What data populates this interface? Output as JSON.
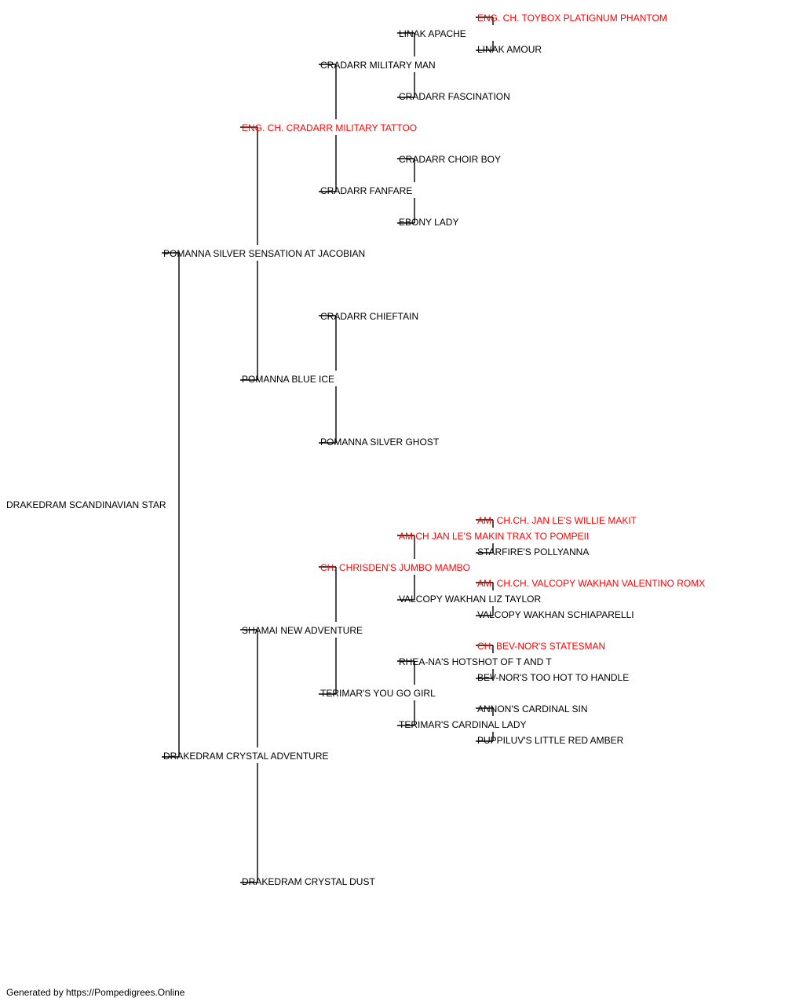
{
  "colors": {
    "champion": "#ff0000",
    "normal": "#000000",
    "lines": "#000000"
  },
  "footer": "Generated by https://Pompedigrees.Online",
  "pedigree": {
    "name": "DRAKEDRAM SCANDINAVIAN STAR",
    "champion": false,
    "sire": {
      "name": "POMANNA SILVER SENSATION AT JACOBIAN",
      "champion": false,
      "sire": {
        "name": "ENG. CH. CRADARR MILITARY TATTOO",
        "champion": true,
        "sire": {
          "name": "CRADARR MILITARY MAN",
          "champion": false,
          "sire": {
            "name": "LINAK APACHE",
            "champion": false,
            "sire": {
              "name": "ENG. CH. TOYBOX PLATIGNUM PHANTOM",
              "champion": true
            },
            "dam": {
              "name": "LINAK AMOUR",
              "champion": false
            }
          },
          "dam": {
            "name": "CRADARR FASCINATION",
            "champion": false
          }
        },
        "dam": {
          "name": "CRADARR FANFARE",
          "champion": false,
          "sire": {
            "name": "CRADARR CHOIR BOY",
            "champion": false
          },
          "dam": {
            "name": "EBONY LADY",
            "champion": false
          }
        }
      },
      "dam": {
        "name": "POMANNA BLUE ICE",
        "champion": false,
        "sire": {
          "name": "CRADARR CHIEFTAIN",
          "champion": false
        },
        "dam": {
          "name": "POMANNA SILVER GHOST",
          "champion": false
        }
      }
    },
    "dam": {
      "name": "DRAKEDRAM CRYSTAL ADVENTURE",
      "champion": false,
      "sire": {
        "name": "SHAMAI NEW ADVENTURE",
        "champion": false,
        "sire": {
          "name": "CH. CHRISDEN'S JUMBO MAMBO",
          "champion": true,
          "sire": {
            "name": "AM CH JAN LE'S MAKIN TRAX TO POMPEII",
            "champion": true,
            "sire": {
              "name": "AM. CH.CH. JAN LE'S WILLIE MAKIT",
              "champion": true
            },
            "dam": {
              "name": "STARFIRE'S POLLYANNA",
              "champion": false
            }
          },
          "dam": {
            "name": "VALCOPY WAKHAN LIZ TAYLOR",
            "champion": false,
            "sire": {
              "name": "AM. CH.CH. VALCOPY WAKHAN VALENTINO ROMX",
              "champion": true
            },
            "dam": {
              "name": "VALCOPY WAKHAN SCHIAPARELLI",
              "champion": false
            }
          }
        },
        "dam": {
          "name": "TERIMAR'S YOU GO GIRL",
          "champion": false,
          "sire": {
            "name": "RHEA-NA'S HOTSHOT OF T AND T",
            "champion": false,
            "sire": {
              "name": "CH. BEV-NOR'S STATESMAN",
              "champion": true
            },
            "dam": {
              "name": "BEV-NOR'S TOO HOT TO HANDLE",
              "champion": false
            }
          },
          "dam": {
            "name": "TERIMAR'S CARDINAL LADY",
            "champion": false,
            "sire": {
              "name": "ANNON'S CARDINAL SIN",
              "champion": false
            },
            "dam": {
              "name": "PUPPILUV'S LITTLE RED AMBER",
              "champion": false
            }
          }
        }
      },
      "dam": {
        "name": "DRAKEDRAM CRYSTAL DUST",
        "champion": false
      }
    }
  }
}
